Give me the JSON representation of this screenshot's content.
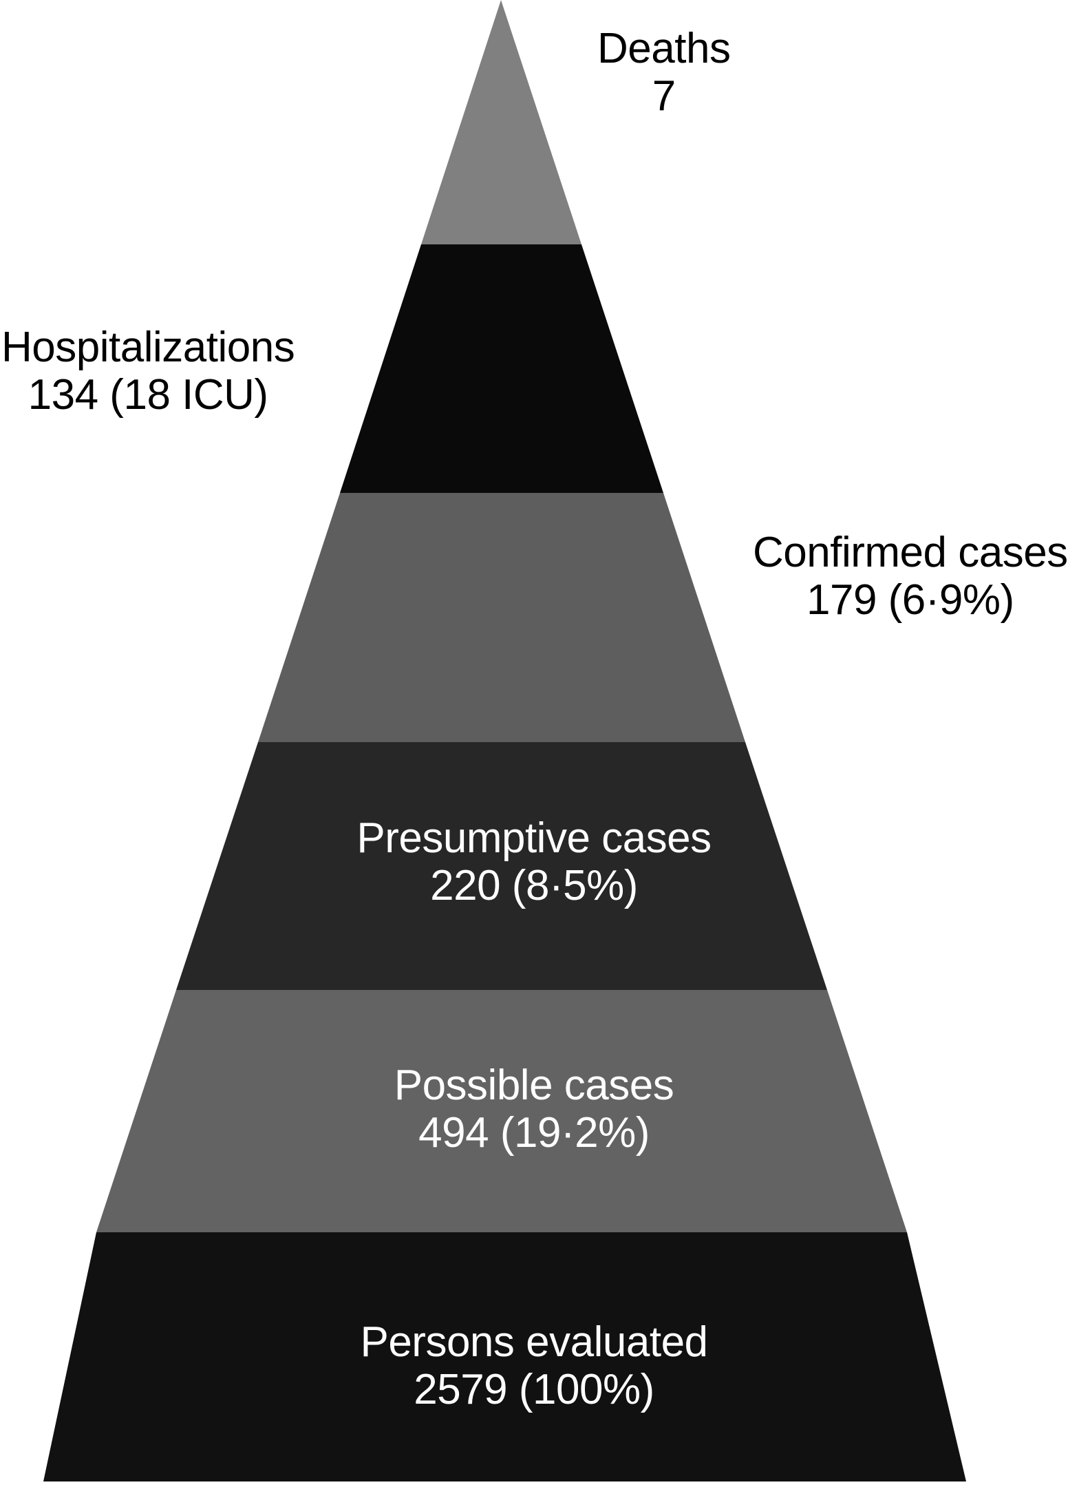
{
  "figure": {
    "type": "surveillance-pyramid",
    "orientation": "apex-top",
    "background_color": "#ffffff"
  },
  "chart_data": {
    "type": "pie",
    "title": "",
    "xlabel": "",
    "ylabel": "",
    "categories": [
      "Deaths",
      "Hospitalizations",
      "Confirmed cases",
      "Presumptive cases",
      "Possible cases",
      "Persons evaluated"
    ],
    "values": [
      7,
      134,
      179,
      220,
      494,
      2579
    ],
    "percent_labels": [
      "",
      "",
      "6·9%",
      "8·5%",
      "19·2%",
      "100%"
    ],
    "total": 2579,
    "notes": "Stacked pyramid (severity tiers); denominator is persons evaluated (2579)."
  },
  "tiers": [
    {
      "id": "deaths",
      "label": "Deaths",
      "value_line": "7",
      "count": 7,
      "percent": null,
      "fill": "#808080",
      "text_color": "#000000",
      "label_placement": "outside-right",
      "label_name": "deaths-label"
    },
    {
      "id": "hospitalizations",
      "label": "Hospitalizations",
      "value_line": "134 (18 ICU)",
      "count": 134,
      "icu": 18,
      "percent": null,
      "fill": "#0a0a0a",
      "text_color": "#000000",
      "label_placement": "outside-left",
      "label_name": "hospitalizations-label"
    },
    {
      "id": "confirmed",
      "label": "Confirmed cases",
      "value_line": "179 (6·9%)",
      "count": 179,
      "percent": "6·9%",
      "fill": "#5e5e5e",
      "text_color": "#000000",
      "label_placement": "outside-right",
      "label_name": "confirmed-cases-label"
    },
    {
      "id": "presumptive",
      "label": "Presumptive cases",
      "value_line": "220 (8·5%)",
      "count": 220,
      "percent": "8·5%",
      "fill": "#272727",
      "text_color": "#ffffff",
      "label_placement": "inside",
      "label_name": "presumptive-cases-label"
    },
    {
      "id": "possible",
      "label": "Possible cases",
      "value_line": "494 (19·2%)",
      "count": 494,
      "percent": "19·2%",
      "fill": "#636363",
      "text_color": "#ffffff",
      "label_placement": "inside",
      "label_name": "possible-cases-label"
    },
    {
      "id": "persons",
      "label": "Persons evaluated",
      "value_line": "2579 (100%)",
      "count": 2579,
      "percent": "100%",
      "fill": "#111111",
      "text_color": "#ffffff",
      "label_placement": "inside",
      "label_name": "persons-evaluated-label"
    }
  ],
  "colors": {
    "band_deaths": "#808080",
    "band_hospitalizations": "#0a0a0a",
    "band_confirmed": "#5e5e5e",
    "band_presumptive": "#272727",
    "band_possible": "#636363",
    "band_persons": "#111111",
    "label_dark": "#000000",
    "label_light": "#ffffff",
    "page_background": "#ffffff"
  }
}
